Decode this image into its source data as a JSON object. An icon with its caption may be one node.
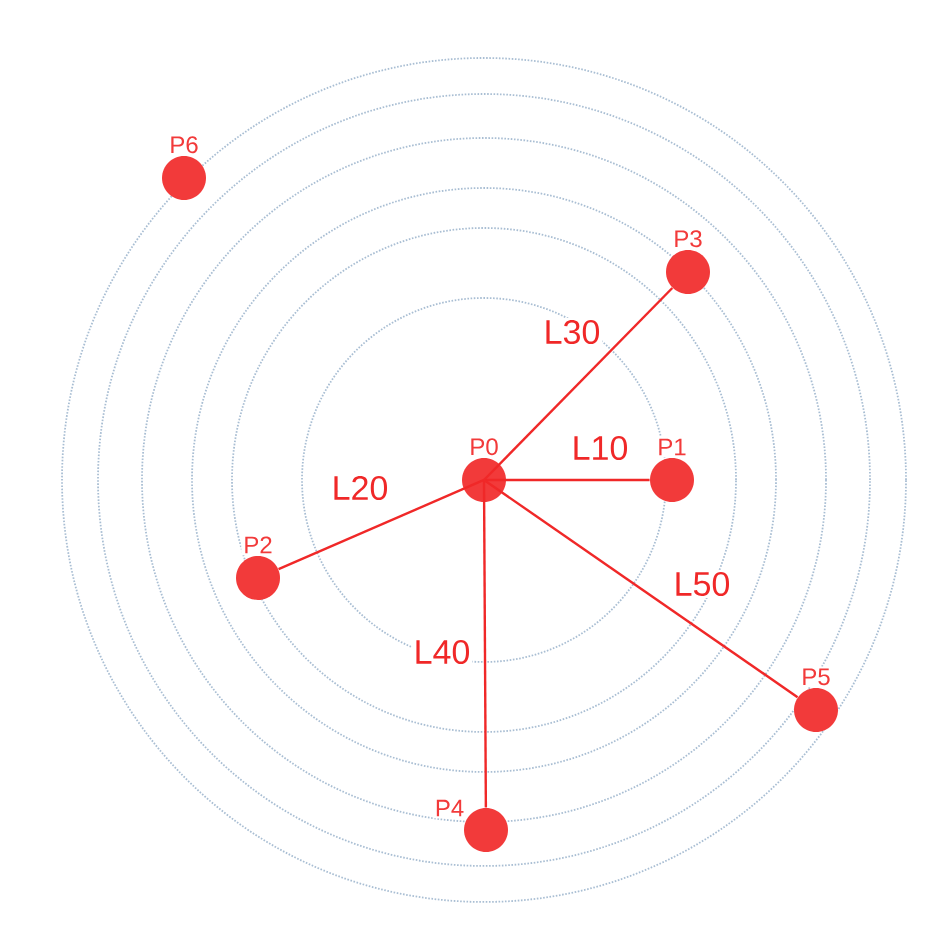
{
  "diagram": {
    "nodes": [
      {
        "text": [
          "P0"
        ]
      },
      {
        "text": [
          "P1"
        ]
      },
      {
        "text": [
          "P2"
        ]
      },
      {
        "text": [
          "P3"
        ]
      },
      {
        "text": [
          "P4"
        ]
      },
      {
        "text": [
          "P5"
        ]
      },
      {
        "text": [
          "P6"
        ]
      }
    ],
    "edges": [
      {
        "from": 0,
        "to": 1,
        "arrow": "none",
        "label": "L10"
      },
      {
        "from": 0,
        "to": 2,
        "arrow": "none",
        "label": "L20"
      },
      {
        "from": 0,
        "to": 3,
        "arrow": "none",
        "label": "L30"
      },
      {
        "from": 0,
        "to": 4,
        "arrow": "none",
        "label": "L40"
      },
      {
        "from": 0,
        "to": 5,
        "arrow": "none",
        "label": "L50"
      }
    ]
  }
}
